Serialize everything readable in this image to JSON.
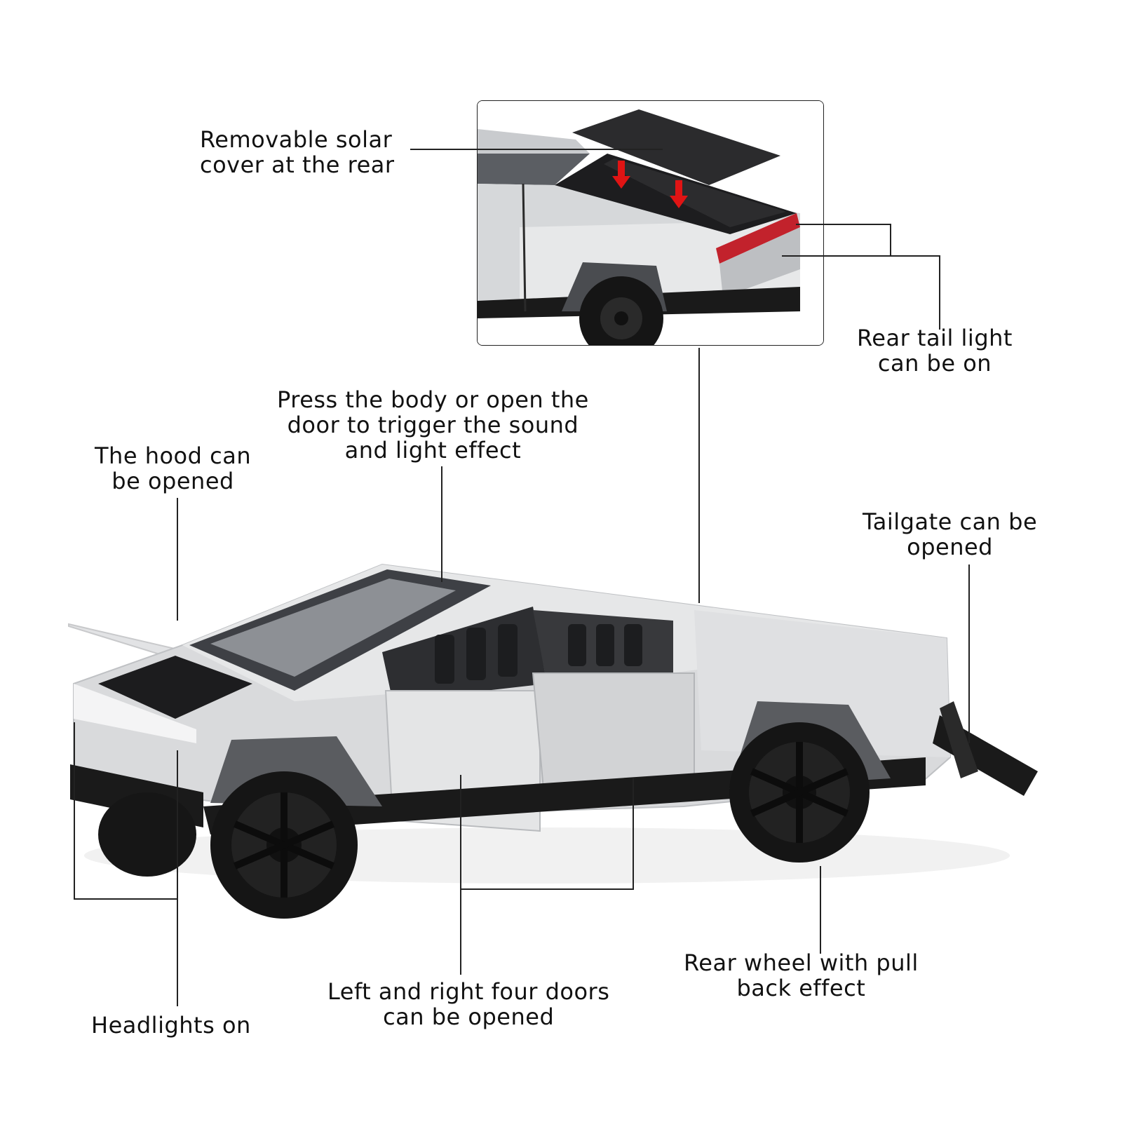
{
  "annotations": {
    "solar_cover": [
      "Removable solar",
      "cover at the rear"
    ],
    "tail_light": [
      "Rear tail light",
      "can be on"
    ],
    "sound_light": [
      "Press the body or open the",
      "door to trigger the sound",
      "and light effect"
    ],
    "hood": [
      "The hood can",
      "be opened"
    ],
    "tailgate": [
      "Tailgate can be",
      "opened"
    ],
    "headlights": [
      "Headlights on"
    ],
    "doors": [
      "Left and right four doors",
      "can be opened"
    ],
    "rear_wheel": [
      "Rear wheel with pull",
      "back effect"
    ]
  },
  "colors": {
    "body": "#d9dadc",
    "body_light": "#eceded",
    "body_shadow": "#a9abae",
    "trim": "#1a1a1a",
    "tire": "#151515",
    "glass": "#3c3e42",
    "tail_light": "#c2222c",
    "arrow": "#e01414",
    "leader_line": "#222222"
  }
}
